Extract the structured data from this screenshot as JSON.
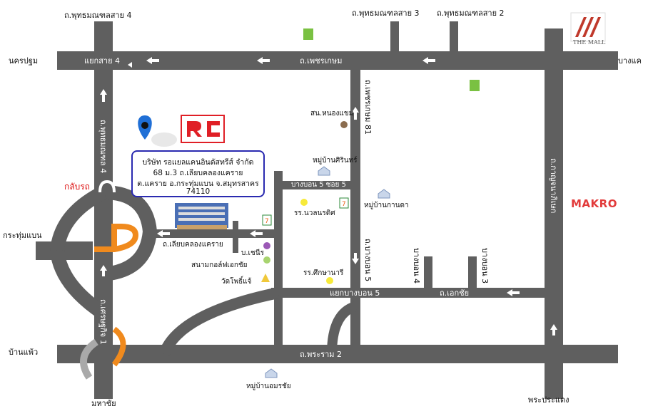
{
  "map": {
    "roads": {
      "phuttamonthon_4": "ถ.พุทธมณฑลสาย 4",
      "phuttamonthon_3": "ถ.พุทธมณฑลสาย 3",
      "phuttamonthon_2": "ถ.พุทธมณฑลสาย 2",
      "phetkasem": "ถ.เพชรเกษม",
      "setthakit_1": "ถ.เศรษฐกิจ 1",
      "kanchanaphisek": "ถ.กาญจนาภิเษก",
      "phutthamonthon_sai4_vertical": "ถ.พุทธมณฑล 4",
      "phetkasem_81": "ถ.เพชรเกษม 81",
      "liap_khlong_khae_rai": "ถ.เลียบคลองแคราย",
      "bang_bon_5": "ถ.บางบอน 5",
      "bang_bon_4": "บางบอน 4",
      "bang_bon_3": "บางบอน 3",
      "bang_bon_5_soi_5": "บางบอน 5 ซอย 5",
      "ekachai": "ถ.เอกชัย",
      "rama_2": "ถ.พระราม 2"
    },
    "places": {
      "nakhon_pathom": "นครปฐม",
      "yaek_sai_4": "แยกสาย 4",
      "bang_khae": "บางแค",
      "krathum_baen": "กระทุ่มแบน",
      "ban_phaeo": "บ้านแพ้ว",
      "maha_chai": "มหาชัย",
      "phra_pradaeng": "พระประแดง",
      "u_turn": "กลับรถ",
      "sn_nong_khaem": "สน.หนองแขม",
      "mu_ban_sirin": "หมู่บ้านศิรินทร์",
      "mu_ban_kanda": "หมู่บ้านกานดา",
      "rr_nawamin": "รร.นวลนรดิศ",
      "rr_sueksanari": "รร.ศึกษานารี",
      "b_chen": "บ.เชนีร",
      "golf_ekachai": "สนามกอล์ฟเอกชัย",
      "wat_pho_chae": "วัดโพธิ์แจ้",
      "yaek_bang_bon_5": "แยกบางบอน 5",
      "mu_ban_amorn": "หมู่บ้านอมรชัย",
      "makro": "MAKRO",
      "the_mall": "THE MALL"
    },
    "company": {
      "name": "บริษัท รอแยลแคนอินดัสทรีส์ จำกัด",
      "address1": "68 ม.3 ถ.เลียบคลองแคราย",
      "address2": "ต.แคราย อ.กระทุ่มแบน จ.สมุทรสาคร",
      "postcode": "74110"
    },
    "colors": {
      "road": "#5f5f5f",
      "road_edge": "#ffffff",
      "arrow": "#ffffff",
      "uturn_orange": "#f08a1d",
      "uturn_gray": "#a9a9a9",
      "pin_blue": "#1f6fd6",
      "logo_red": "#e01f26",
      "box_border": "#2a2ab0"
    }
  }
}
